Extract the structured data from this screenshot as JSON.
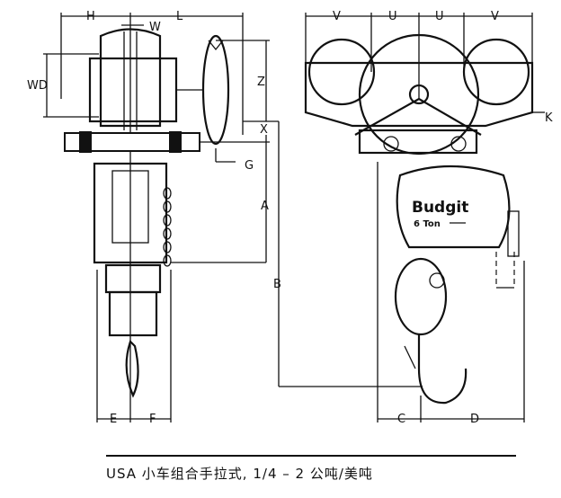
{
  "labels": {
    "H": "H",
    "L": "L",
    "W": "W",
    "WD": "WD",
    "Z": "Z",
    "X": "X",
    "G": "G",
    "A": "A",
    "B": "B",
    "E": "E",
    "F": "F",
    "V1": "V",
    "U1": "U",
    "U2": "U",
    "V2": "V",
    "K": "K",
    "C": "C",
    "D": "D"
  },
  "hoist": {
    "brand": "Budgit",
    "capacity": "6 Ton"
  },
  "caption": "USA 小车组合手拉式, 1/4 – 2 公吨/美吨"
}
